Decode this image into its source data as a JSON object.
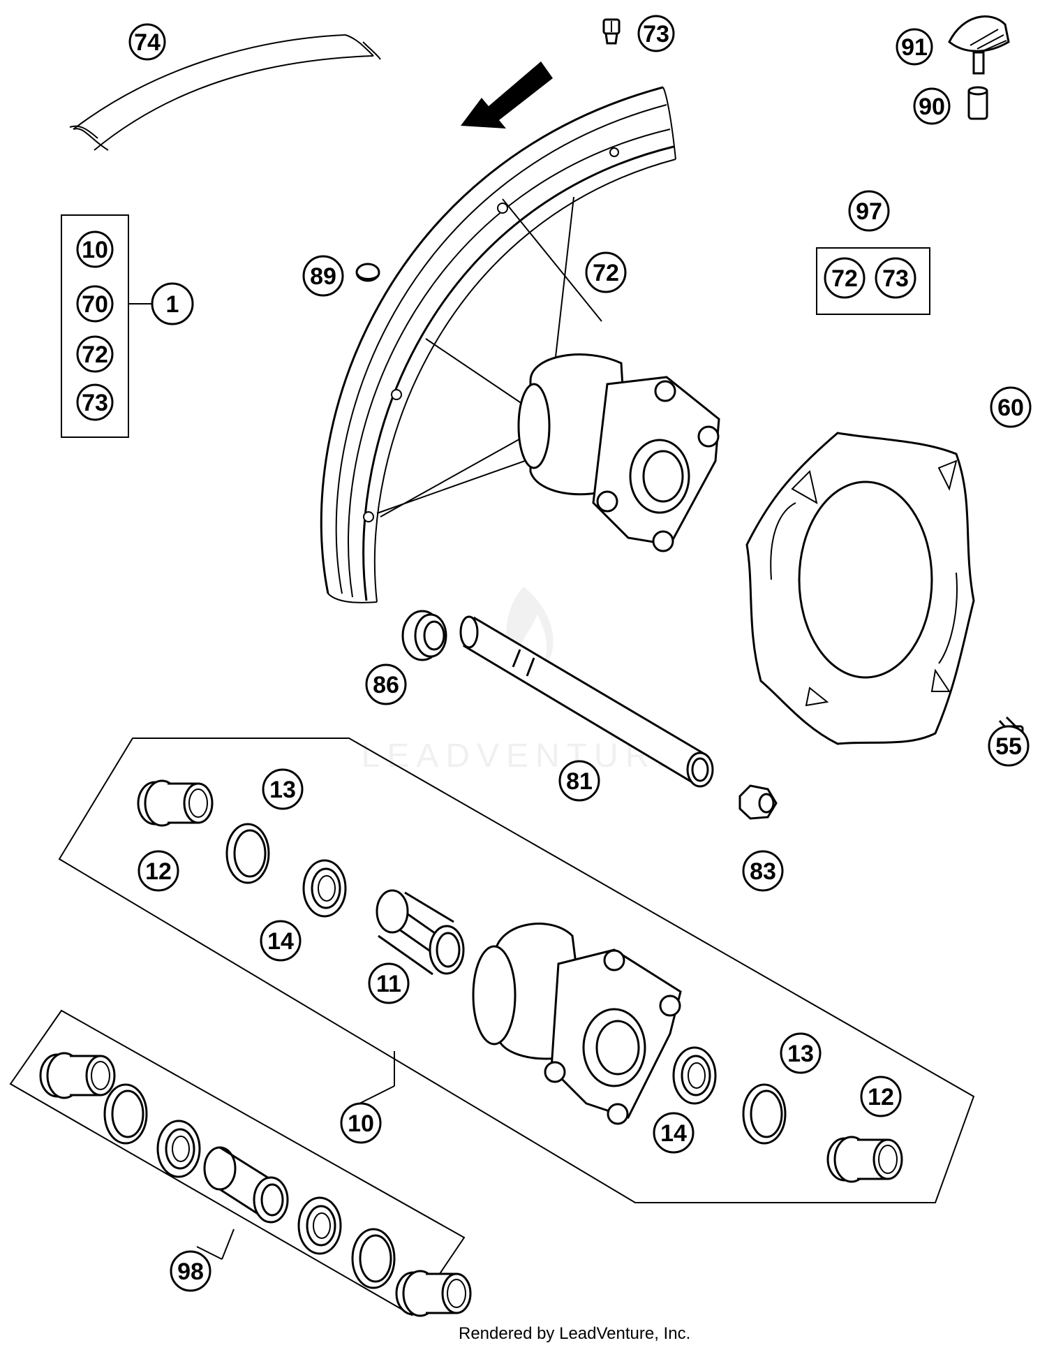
{
  "callouts": {
    "c74": "74",
    "c73_top": "73",
    "c91": "91",
    "c90": "90",
    "c10_kit": "10",
    "c70_kit": "70",
    "c72_kit": "72",
    "c73_kit": "73",
    "c1": "1",
    "c89": "89",
    "c72_spoke": "72",
    "c97": "97",
    "c72_set": "72",
    "c73_set": "73",
    "c60": "60",
    "c86": "86",
    "c55": "55",
    "c81": "81",
    "c83": "83",
    "c13_left": "13",
    "c12_left": "12",
    "c14_left": "14",
    "c11": "11",
    "c13_right": "13",
    "c12_right": "12",
    "c14_right": "14",
    "c10_hub": "10",
    "c98": "98"
  },
  "watermark": "LEADVENTURE",
  "footer": "Rendered by LeadVenture, Inc."
}
